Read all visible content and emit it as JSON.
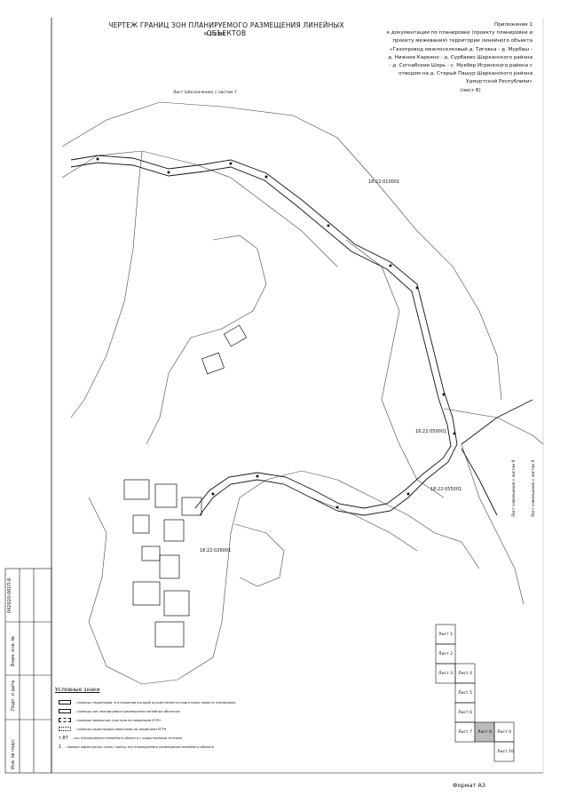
{
  "map": {
    "title": "ЧЕРТЕЖ ГРАНИЦ ЗОН ПЛАНИРУЕМОГО РАЗМЕЩЕНИЯ ЛИНЕЙНЫХ ОБЪЕКТОВ",
    "scale": "М 1:1000",
    "appendix_lines": [
      "Приложение 1",
      "к документации по планировке (проекту планировки и",
      "проекту межевания) территории линейного объекта",
      "«Газопровод межпоселковый д. Тиговка - д. Мурбаш -",
      "д. Нижнее Каркино - д. Сурбаево Шарканского района",
      "- д. Согнабские Шорь - с. Мукбер Игринского района с",
      "отводом на д. Старый Пашур Шарканского района",
      "Удмуртской Республики»",
      "(лист 8)"
    ],
    "parcel_labels": [
      "18:22:010001",
      "18:22:050001",
      "18:22:055001",
      "18:22:026001"
    ],
    "sheet_links": {
      "top": "Лист (обозначение) с листом 7",
      "right1": "Лист совмещения с листом 9",
      "right2": "Лист совмещения с листом 9"
    }
  },
  "legend": {
    "title": "Условные знаки",
    "items": [
      "- границы территории, в отношении которой осуществляется подготовка проекта планировки",
      "- границы зон планируемого размещения линейных объектов",
      "- границы земельных участков по сведениям ЕГРН",
      "- границы кадастровых кварталов по сведениям ЕГРН",
      "- ось планируемого линейного объекта с характерными точками",
      "- номера характерных точек границ зон планируемого размещения линейного объекта"
    ],
    "marker_labels": [
      "т.87",
      "1"
    ]
  },
  "side_stamp": {
    "inv": "Инв. № подл.",
    "sign": "Подп. и дата",
    "replace": "Взам. инв. №",
    "code": "042020-001П-8"
  },
  "sheet_key": [
    "Лист 1",
    "Лист 2",
    "Лист 3",
    "Лист 4",
    "Лист 5",
    "Лист 6",
    "Лист 7",
    "Лист 8",
    "Лист 9",
    "Лист 10"
  ],
  "footer": {
    "format": "Формат А3"
  }
}
